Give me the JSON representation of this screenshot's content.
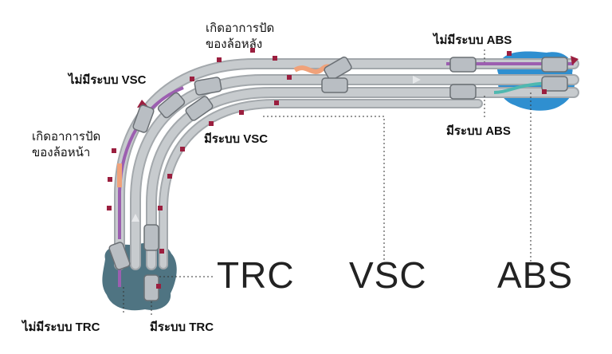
{
  "labels": {
    "no_vsc": "ไม่มีระบบ VSC",
    "has_vsc": "มีระบบ VSC",
    "rear_skid_line1": "เกิดอาการปัด",
    "rear_skid_line2": "ของล้อหลัง",
    "front_skid_line1": "เกิดอาการปัด",
    "front_skid_line2": "ของล้อหน้า",
    "no_abs": "ไม่มีระบบ ABS",
    "has_abs": "มีระบบ ABS",
    "no_trc": "ไม่มีระบบ TRC",
    "has_trc": "มีระบบ TRC"
  },
  "systems": {
    "trc": "TRC",
    "vsc": "VSC",
    "abs": "ABS"
  },
  "colors": {
    "road": "#c7cbce",
    "road_edge": "#a3a8ac",
    "path_without": "#9c5fb0",
    "path_with": "#4fb8b0",
    "skid": "#f0a27a",
    "marker": "#9b1f3f",
    "ice_trc": "#4f7482",
    "ice_abs": "#2f8fd0",
    "car": "#b9bec3"
  }
}
